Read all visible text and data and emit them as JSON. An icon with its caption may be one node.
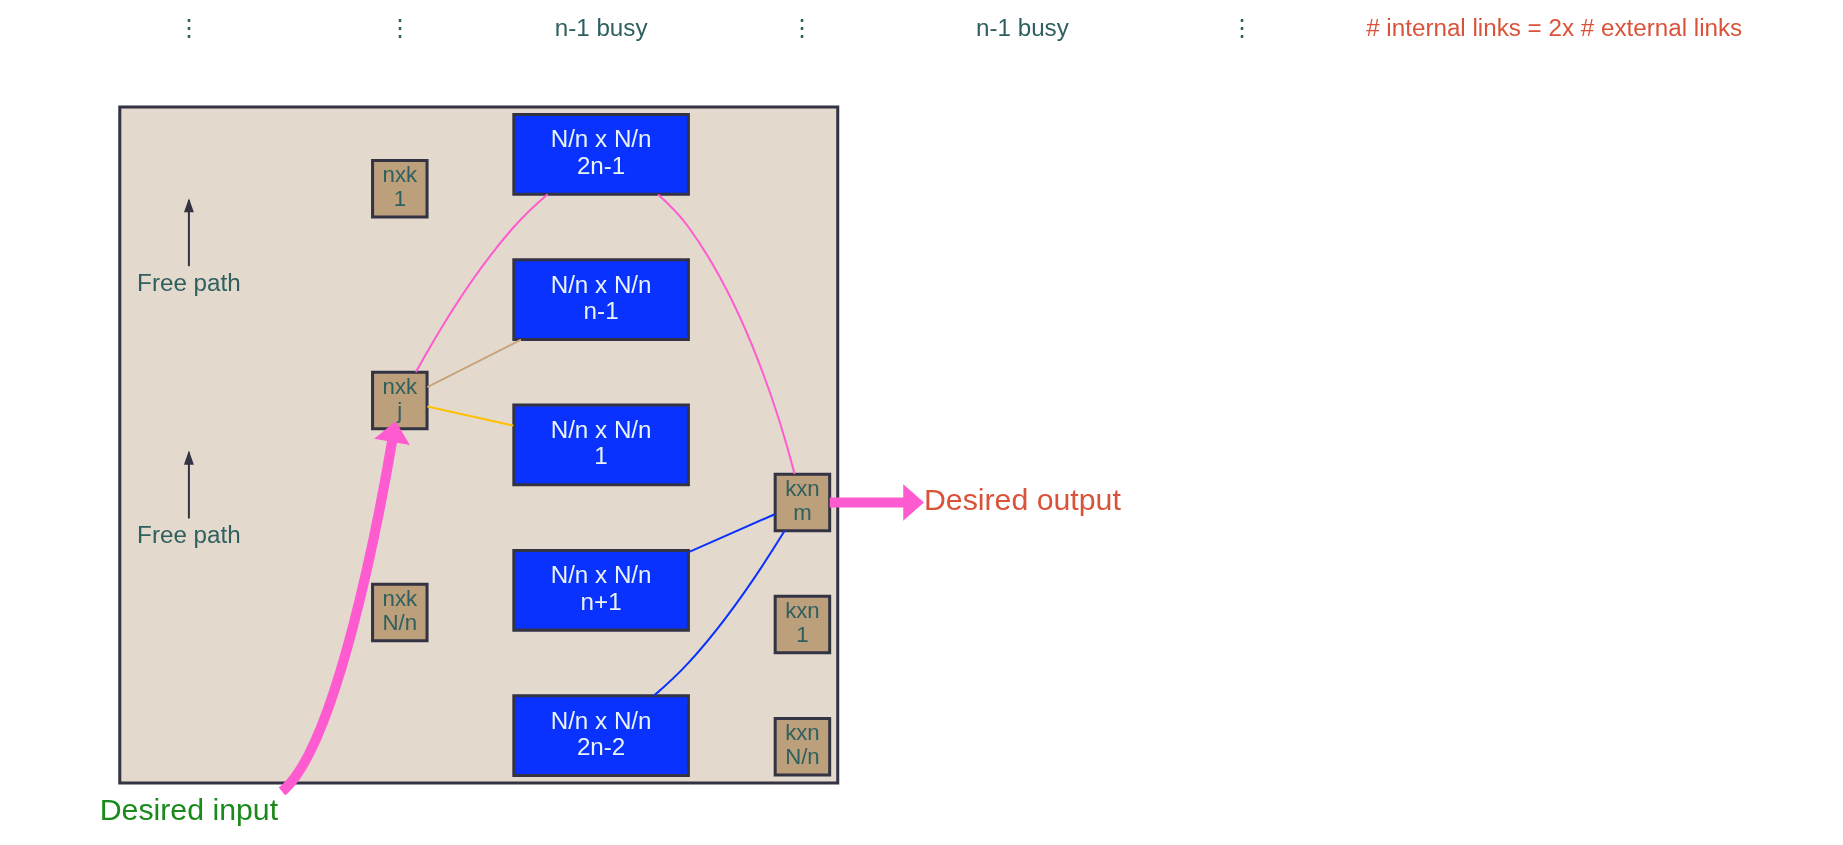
{
  "diagram": {
    "nodes": [
      {
        "text": [],
        "shape": "box"
      },
      {
        "text": [
          "nxk",
          "1"
        ],
        "in": 0
      },
      {
        "text": [
          "nxk",
          "j"
        ],
        "in": 0
      },
      {
        "text": [
          "nxk",
          "N/n"
        ],
        "in": 0
      },
      {
        "text": [
          "N/n x N/n",
          "1"
        ],
        "in": 0
      },
      {
        "text": [
          "N/n x N/n",
          "n-1"
        ],
        "in": 0
      },
      {
        "text": [
          "N/n x N/n",
          "n+1"
        ],
        "in": 0
      },
      {
        "text": [
          "N/n x N/n",
          "2n-2"
        ],
        "in": 0
      },
      {
        "text": [
          "N/n x N/n",
          "2n-1"
        ],
        "in": 0
      },
      {
        "text": [
          "kxn",
          "1"
        ],
        "in": 0
      },
      {
        "text": [
          "kxn",
          "m"
        ],
        "in": 0
      },
      {
        "text": [
          "kxn",
          "N/n"
        ],
        "in": 0
      },
      {
        "text": [
          "Desired input"
        ]
      },
      {
        "text": [
          "Desired output"
        ]
      },
      {
        "text": [
          "Free path"
        ],
        "in": 0
      },
      {
        "text": [
          "Free path"
        ],
        "in": 0
      }
    ],
    "edges": [
      {
        "from": 2,
        "to": 4,
        "arrow": "none",
        "color": "#ffc000"
      },
      {
        "from": 2,
        "to": 5,
        "arrow": "none",
        "color": "#c8a47e"
      },
      {
        "from": 2,
        "to": 8,
        "arrow": "none",
        "color": "#ff5bd1"
      },
      {
        "from": 6,
        "to": 10,
        "arrow": "none",
        "color": "#0a32ff"
      },
      {
        "from": 7,
        "to": 10,
        "arrow": "none",
        "color": "#0a32ff"
      },
      {
        "from": 8,
        "to": 10,
        "arrow": "none",
        "color": "#ff5bd1"
      },
      {
        "from": 12,
        "to": 2,
        "arrow": "to",
        "style": "thick",
        "color": "#ff5bd1"
      },
      {
        "from": 10,
        "to": 13,
        "arrow": "to",
        "style": "thick",
        "color": "#ff5bd1"
      },
      {
        "from": 14,
        "to": null,
        "arrow": "to",
        "color": "#333344"
      },
      {
        "from": 15,
        "to": null,
        "arrow": "to",
        "color": "#333344"
      }
    ],
    "labels": [
      "⋮",
      "⋮",
      "n-1 busy",
      "⋮",
      "n-1 busy",
      "⋮",
      "# internal links = 2x # external links"
    ]
  }
}
